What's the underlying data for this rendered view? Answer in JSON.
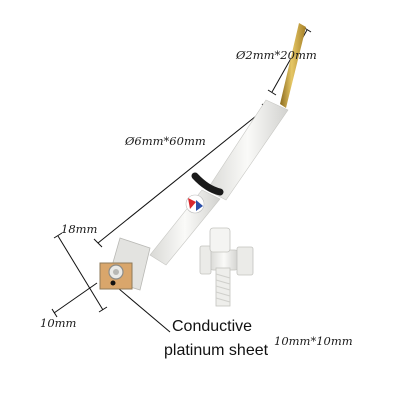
{
  "dimensions": {
    "tip": "Ø2mm*20mm",
    "body": "Ø6mm*60mm",
    "sheet_height": "18mm",
    "sheet_width": "10mm",
    "sheet_size": "10mm*10mm"
  },
  "label": {
    "line1": "Conductive",
    "line2": "platinum sheet"
  },
  "colors": {
    "body": "#efefed",
    "gold_pin": "#c9a13b",
    "ring": "#1a1a1a",
    "logo_red": "#d8282e",
    "logo_blue": "#2b4fa8",
    "dimension_line": "#111111"
  }
}
